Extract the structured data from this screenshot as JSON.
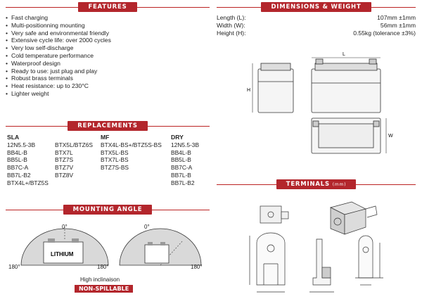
{
  "features": {
    "title": "FEATURES",
    "items": [
      "Fast charging",
      "Multi-positionning mounting",
      "Very safe and environmental friendly",
      "Extensive cycle life: over 2000 cycles",
      "Very low self-discharge",
      "Cold temperature performance",
      "Waterproof design",
      "Ready to use: just plug and play",
      "Robust brass terminals",
      "Heat resistance: up to 230°C",
      "Lighter weight"
    ]
  },
  "dimensions": {
    "title": "DIMENSIONS & WEIGHT",
    "rows": [
      {
        "label": "Length (L):",
        "value": "107mm ±1mm"
      },
      {
        "label": "Width (W):",
        "value": "56mm ±1mm"
      },
      {
        "label": "Height (H):",
        "value": "0.55kg (tolerance ±3%)"
      }
    ],
    "labels": {
      "l": "L",
      "h": "H",
      "w": "W"
    }
  },
  "replacements": {
    "title": "REPLACEMENTS",
    "sla": {
      "header": "SLA",
      "col1": [
        "12N5.5-3B",
        "BB4L-B",
        "BB5L-B",
        "BB7C-A",
        "BB7L-B2",
        "BTX4L+/BTZ5S"
      ],
      "col2": [
        "BTX5L/BTZ6S",
        "BTX7L",
        "BTZ7S",
        "BTZ7V",
        "BTZ8V"
      ]
    },
    "mf": {
      "header": "MF",
      "items": [
        "BTX4L-BS+/BTZ5S-BS",
        "BTX5L-BS",
        "BTX7L-BS",
        "BTZ7S-BS"
      ]
    },
    "dry": {
      "header": "DRY",
      "items": [
        "12N5.5-3B",
        "BB4L-B",
        "BB5L-B",
        "BB7C-A",
        "BB7L-B",
        "BB7L-B2"
      ]
    }
  },
  "mounting": {
    "title": "MOUNTING ANGLE",
    "angle_top": "0°",
    "angle_side": "180°",
    "brand": "LITHIUM",
    "caption": "High inclinaison",
    "badge": "NON-SPILLABLE"
  },
  "terminals": {
    "title": "TERMINALS",
    "unit": "(mm)"
  }
}
